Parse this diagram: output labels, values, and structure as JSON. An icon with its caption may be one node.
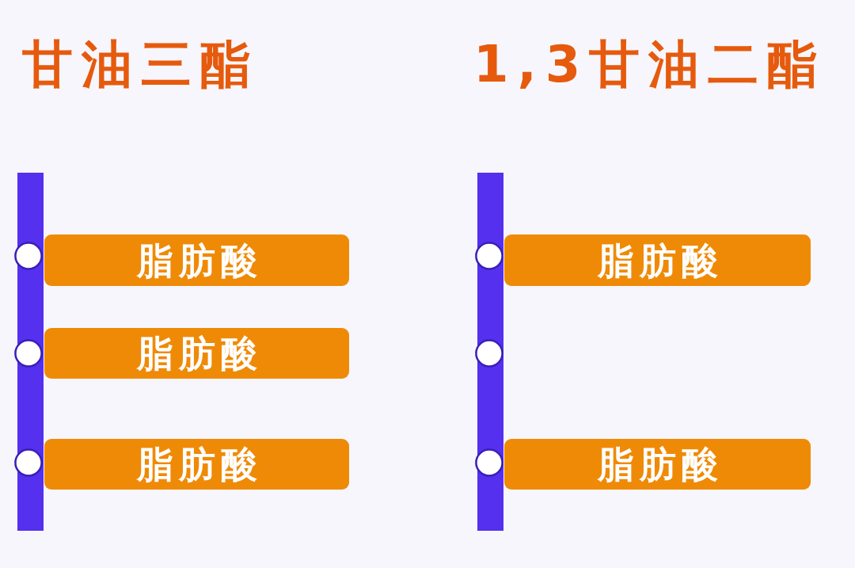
{
  "diagram": {
    "nodes": [
      {
        "text": [],
        "shape": "bar"
      },
      {
        "text": [],
        "shape": "circle",
        "in": 0
      },
      {
        "text": [],
        "shape": "circle",
        "in": 0
      },
      {
        "text": [],
        "shape": "circle",
        "in": 0
      },
      {
        "text": [
          "脂肪酸"
        ]
      },
      {
        "text": [
          "脂肪酸"
        ]
      },
      {
        "text": [
          "脂肪酸"
        ]
      },
      {
        "text": [],
        "shape": "bar"
      },
      {
        "text": [],
        "shape": "circle",
        "in": 7
      },
      {
        "text": [],
        "shape": "circle",
        "in": 7
      },
      {
        "text": [],
        "shape": "circle",
        "in": 7
      },
      {
        "text": [
          "脂肪酸"
        ]
      },
      {
        "text": [
          "脂肪酸"
        ]
      }
    ],
    "labels": [
      "甘油三酯",
      "1,3甘油二酯"
    ]
  }
}
